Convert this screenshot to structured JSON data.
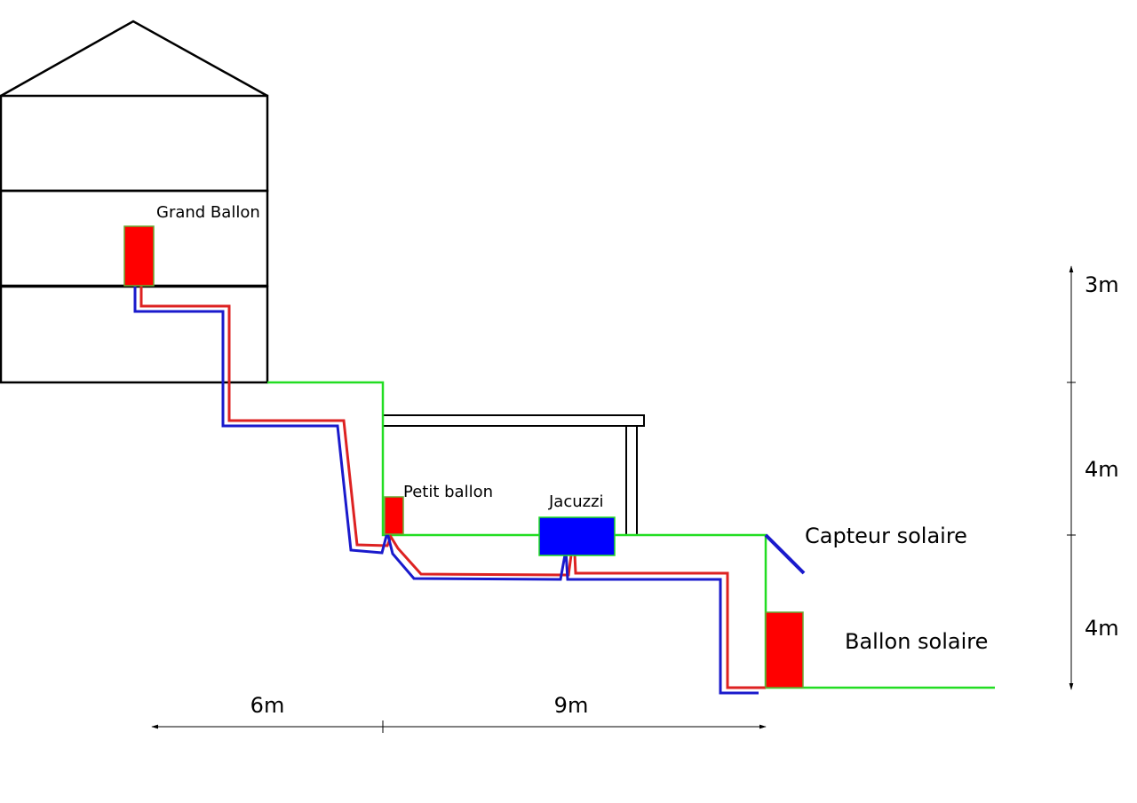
{
  "labels": {
    "grand_ballon": "Grand Ballon",
    "petit_ballon": "Petit ballon",
    "jacuzzi": "Jacuzzi",
    "capteur_solaire": "Capteur solaire",
    "ballon_solaire": "Ballon solaire"
  },
  "dimensions": {
    "horizontal": [
      "6m",
      "9m"
    ],
    "vertical": [
      "3m",
      "4m",
      "4m"
    ]
  },
  "colors": {
    "ground": "#22dd22",
    "hot_pipe": "#dd2222",
    "cold_pipe": "#1a1acc",
    "tank": "#ff0000",
    "tank_border": "#66aa33",
    "jacuzzi": "#0000ff",
    "outline": "#000000"
  }
}
